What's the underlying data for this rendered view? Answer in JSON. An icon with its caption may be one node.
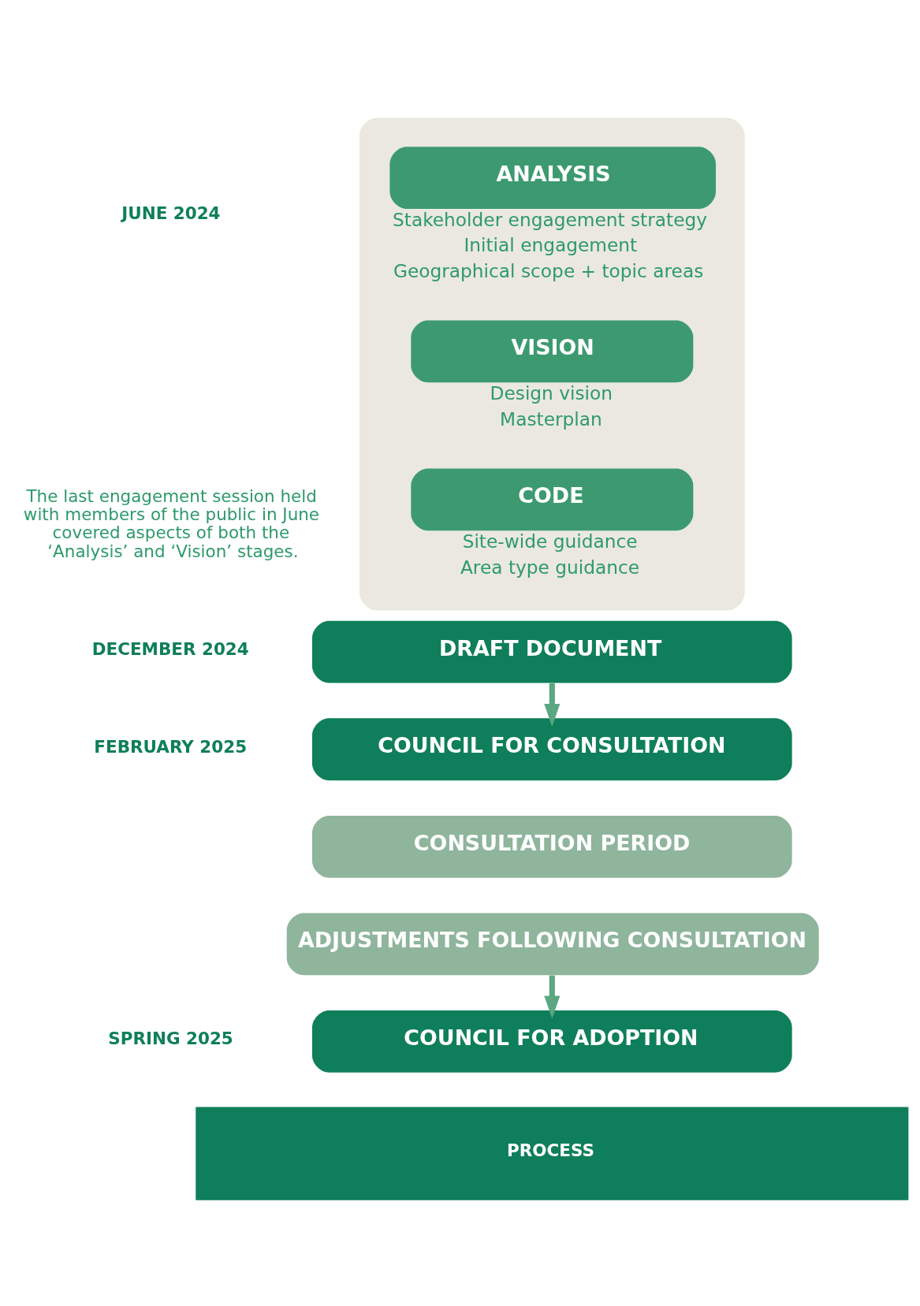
{
  "diagram": {
    "nodes": [
      {
        "text": [],
        "shape": "box"
      },
      {
        "text": [
          "ANALYSIS"
        ],
        "in": 0,
        "beside": [
          "Stakeholder engagement strategy",
          "Initial engagement",
          "Geographical scope + topic areas"
        ]
      },
      {
        "text": [
          "VISION"
        ],
        "in": 0,
        "beside": [
          "Design vision",
          "Masterplan"
        ]
      },
      {
        "text": [
          "CODE"
        ],
        "in": 0,
        "beside": [
          "Site-wide guidance",
          "Area type guidance"
        ]
      },
      {
        "text": [
          "DRAFT DOCUMENT"
        ]
      },
      {
        "text": [
          "COUNCIL FOR CONSULTATION"
        ]
      },
      {
        "text": [
          "CONSULTATION PERIOD"
        ]
      },
      {
        "text": [
          "ADJUSTMENTS FOLLOWING CONSULTATION"
        ]
      },
      {
        "text": [
          "COUNCIL FOR ADOPTION"
        ]
      }
    ],
    "edges": [
      {
        "from": 4,
        "to": 5,
        "arrow": "to"
      },
      {
        "from": 7,
        "to": 8,
        "arrow": "to"
      }
    ],
    "labels": [
      "JUNE 2024",
      "The last engagement session held with members of the public in June covered aspects of both the ‘Analysis’ and ‘Vision’ stages.",
      "DECEMBER 2024",
      "FEBRUARY 2025",
      "SPRING 2025",
      "PROCESS"
    ]
  }
}
